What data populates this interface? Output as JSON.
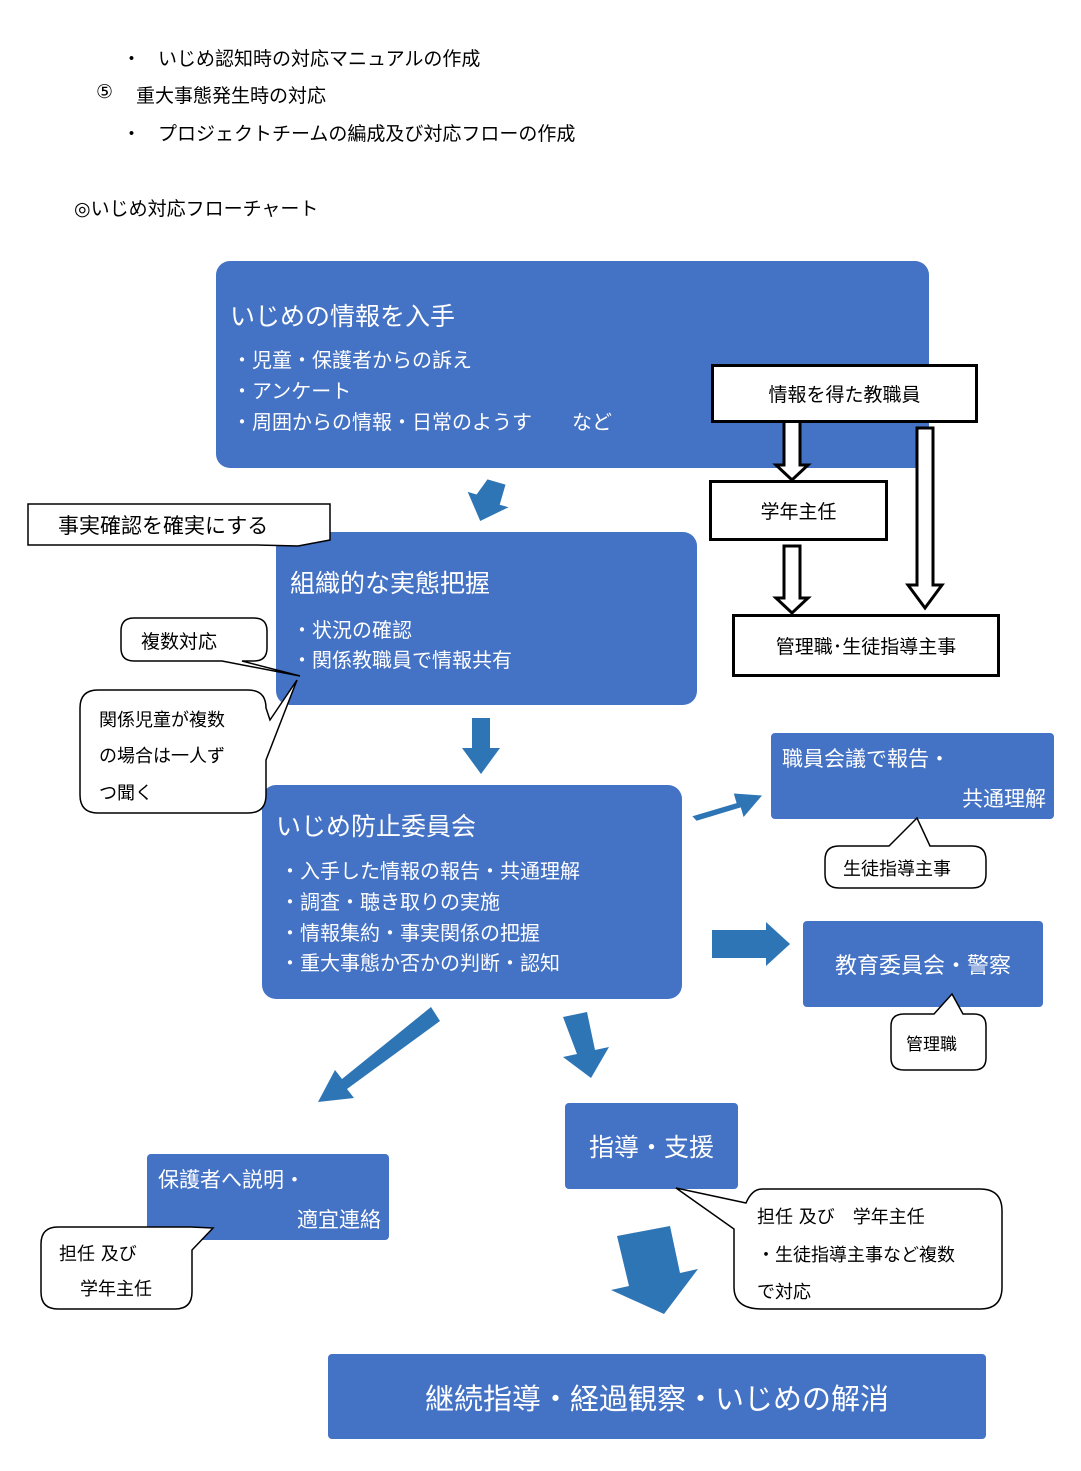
{
  "intro": {
    "line1_bullet": "・",
    "line1_text": "いじめ認知時の対応マニュアルの作成",
    "line2_num": "⑤",
    "line2_text": "重大事態発生時の対応",
    "line3_bullet": "・",
    "line3_text": "プロジェクトチームの編成及び対応フローの作成",
    "flow_title": "◎いじめ対応フローチャート"
  },
  "box_info": {
    "title": "いじめの情報を入手",
    "items": [
      "・児童・保護者からの訴え",
      "・アンケート",
      "・周囲からの情報・日常のようす　　など"
    ]
  },
  "box_org": {
    "title": "組織的な実態把握",
    "items": [
      "・状況の確認",
      "・関係教職員で情報共有"
    ]
  },
  "box_committee": {
    "title": "いじめ防止委員会",
    "items": [
      "・入手した情報の報告・共通理解",
      "・調査・聴き取りの実施",
      "・情報集約・事実関係の把握",
      "・重大事態か否かの判断・認知"
    ]
  },
  "box_staff_meeting": {
    "line1": "職員会議で報告・",
    "line2": "共通理解"
  },
  "box_board": {
    "label": "教育委員会・警察"
  },
  "box_guidance": {
    "label": "指導・支援"
  },
  "box_parents": {
    "line1": "保護者へ説明・",
    "line2": "適宜連絡"
  },
  "box_final": {
    "label": "継続指導・経過観察・いじめの解消"
  },
  "flow_staff": {
    "teacher": "情報を得た教職員",
    "grade_head": "学年主任",
    "admin": "管理職･生徒指導主事"
  },
  "callouts": {
    "confirm": "事実確認を確実にする",
    "multiple": "複数対応",
    "interview": [
      "関係児童が複数",
      "の場合は一人ず",
      "つ聞く"
    ],
    "student_guidance": "生徒指導主事",
    "admin": "管理職",
    "homeroom": [
      "担任  及び",
      "学年主任"
    ],
    "support": [
      "担任  及び　学年主任",
      "・生徒指導主事など複数",
      "で対応"
    ]
  },
  "colors": {
    "box_blue": "#4472c4",
    "arrow_blue": "#2e75b6"
  }
}
